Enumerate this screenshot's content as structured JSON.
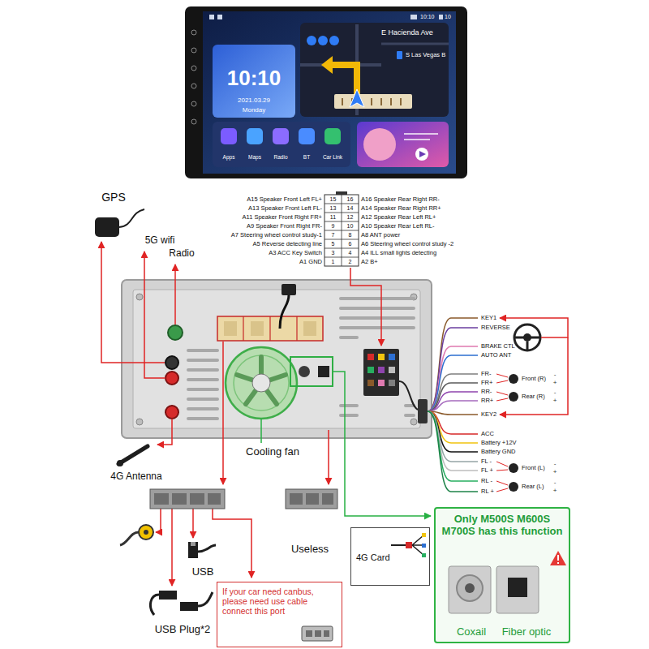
{
  "diagram": {
    "nodes": [
      {
        "text": [
          "10:10",
          "10",
          "10:10",
          "2021.03.29",
          "Monday",
          "E Hacienda Ave",
          "S Las Vegas B",
          "Apps",
          "Maps",
          "Radio",
          "BT",
          "Car Link"
        ]
      },
      {
        "text": [
          "If your car need canbus, please need use cable connect this port"
        ]
      },
      {
        "text": [
          "4G Card"
        ]
      },
      {
        "text": [
          "Only M500S M600S M700S has this function",
          "Coxail",
          "Fiber optic"
        ]
      }
    ],
    "labels": [
      "A15 Speaker Front Left FL+",
      "15",
      "16",
      "A16 Speaker Rear Right RR-",
      "A13 Speaker Front Left FL-",
      "13",
      "14",
      "A14 Speaker Rear Right RR+",
      "A11 Speaker Front Right FR+",
      "11",
      "12",
      "A12 Speaker Rear Left RL+",
      "A9 Speaker Front Right FR-",
      "9",
      "10",
      "A10 Speaker Rear Left RL-",
      "A7 Steering wheel control study-1",
      "7",
      "8",
      "A8 ANT power",
      "A5 Reverse detecting line",
      "5",
      "6",
      "A6 Steering wheel control study -2",
      "A3 ACC Key Switch",
      "3",
      "4",
      "A4 ILL small lights detecting",
      "A1 GND",
      "1",
      "2",
      "A2 B+",
      "GPS",
      "5G wifi",
      "Radio",
      "4G Antenna",
      "Cooling fan",
      "KEY1",
      "REVERSE",
      "BRAKE CTL",
      "AUTO ANT",
      "FR-",
      "FR+",
      "RR-",
      "RR+",
      "KEY2",
      "ACC",
      "Battery +12V",
      "Battery GND",
      "FL -",
      "FL +",
      "RL -",
      "RL +",
      "Front (R)",
      "Rear (R)",
      "Front (L)",
      "Rear (L)",
      "-",
      "+",
      "-",
      "+",
      "-",
      "+",
      "-",
      "+",
      "USB",
      "USB Plug*2",
      "Useless"
    ]
  }
}
